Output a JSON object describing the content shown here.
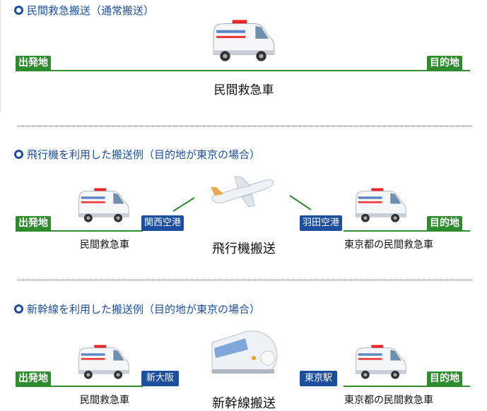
{
  "sections": [
    {
      "title": "民間救急搬送（通常搬送）",
      "origin": "出発地",
      "destination": "目的地",
      "caption": "民間救急車"
    },
    {
      "title": "飛行機を利用した搬送例（目的地が東京の場合）",
      "origin": "出発地",
      "destination": "目的地",
      "stop_from": "関西空港",
      "stop_to": "羽田空港",
      "caption_left": "民間救急車",
      "caption_center": "飛行機搬送",
      "caption_right": "東京都の民間救急車"
    },
    {
      "title": "新幹線を利用した搬送例（目的地が東京の場合）",
      "origin": "出発地",
      "destination": "目的地",
      "stop_from": "新大阪",
      "stop_to": "東京駅",
      "caption_left": "民間救急車",
      "caption_center": "新幹線搬送",
      "caption_right": "東京都の民間救急車"
    }
  ],
  "colors": {
    "green": "#2e8b2e",
    "blue": "#1d4f9e"
  }
}
